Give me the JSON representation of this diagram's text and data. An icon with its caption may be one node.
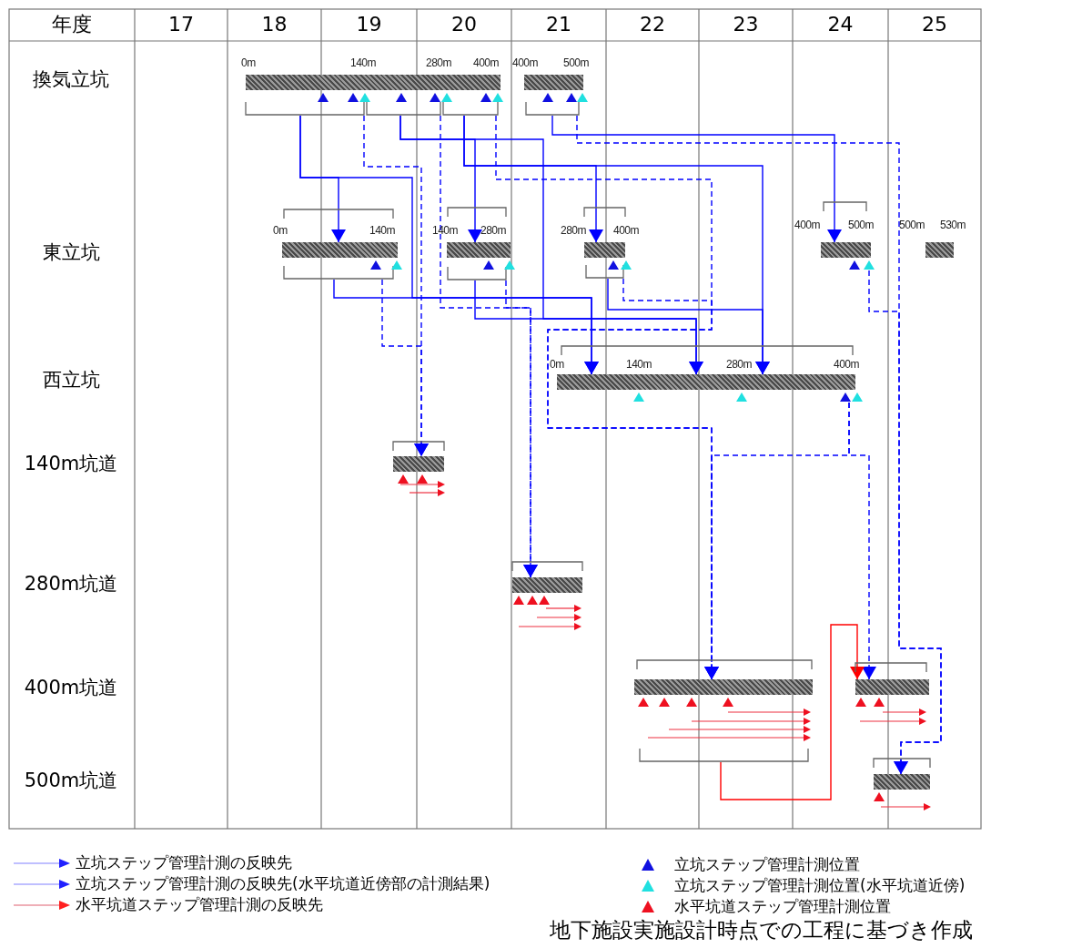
{
  "diagram": {
    "caption": "地下施設実施設計時点での工程に基づき作成",
    "nodes": [
      {
        "text": [],
        "shape": "bar",
        "beside": [
          "0m",
          "140m",
          "280m",
          "400m"
        ]
      },
      {
        "text": [],
        "shape": "bar",
        "beside": [
          "400m",
          "500m"
        ]
      },
      {
        "text": [],
        "shape": "bar",
        "beside": [
          "0m",
          "140m"
        ]
      },
      {
        "text": [],
        "shape": "bar",
        "beside": [
          "140m",
          "280m"
        ]
      },
      {
        "text": [],
        "shape": "bar",
        "beside": [
          "280m",
          "400m"
        ]
      },
      {
        "text": [],
        "shape": "bar",
        "beside": [
          "400m",
          "500m"
        ]
      },
      {
        "text": [],
        "shape": "bar",
        "beside": [
          "500m",
          "530m"
        ]
      },
      {
        "text": [],
        "shape": "bar",
        "beside": [
          "0m",
          "140m",
          "280m",
          "400m"
        ]
      },
      {
        "text": [],
        "shape": "bar"
      },
      {
        "text": [],
        "shape": "bar"
      },
      {
        "text": [],
        "shape": "bar"
      },
      {
        "text": [],
        "shape": "bar"
      },
      {
        "text": [],
        "shape": "bar"
      }
    ],
    "edges": [
      {
        "from": 0,
        "to": 2,
        "arrow": "to"
      },
      {
        "from": 0,
        "to": 7,
        "arrow": "to"
      },
      {
        "from": 2,
        "to": 7,
        "arrow": "to"
      },
      {
        "from": 0,
        "to": 3,
        "arrow": "to"
      },
      {
        "from": 0,
        "to": 7,
        "arrow": "to"
      },
      {
        "from": 3,
        "to": 7,
        "arrow": "to"
      },
      {
        "from": 0,
        "to": 4,
        "arrow": "to"
      },
      {
        "from": 0,
        "to": 7,
        "arrow": "to"
      },
      {
        "from": 4,
        "to": 7,
        "arrow": "to"
      },
      {
        "from": 1,
        "to": 5,
        "arrow": "to"
      },
      {
        "from": 1,
        "to": 12,
        "arrow": "to",
        "style": "dashed"
      },
      {
        "from": 0,
        "to": 8,
        "arrow": "to",
        "style": "dashed"
      },
      {
        "from": 2,
        "to": 8,
        "arrow": "to",
        "style": "dashed"
      },
      {
        "from": 0,
        "to": 9,
        "arrow": "to",
        "style": "dashed"
      },
      {
        "from": 3,
        "to": 9,
        "arrow": "to",
        "style": "dashed"
      },
      {
        "from": 0,
        "to": 10,
        "arrow": "to",
        "style": "dashed"
      },
      {
        "from": 4,
        "to": 10,
        "arrow": "to",
        "style": "dashed"
      },
      {
        "from": 7,
        "to": 10,
        "arrow": "to",
        "style": "dashed"
      },
      {
        "from": 7,
        "to": 11,
        "arrow": "to",
        "style": "dashed"
      },
      {
        "from": 5,
        "to": 12,
        "arrow": "to",
        "style": "dashed"
      },
      {
        "from": 10,
        "to": 11,
        "arrow": "to",
        "color": "#ff0000"
      }
    ],
    "labels": [
      "年度",
      "17",
      "18",
      "19",
      "20",
      "21",
      "22",
      "23",
      "24",
      "25",
      "換気立坑",
      "東立坑",
      "西立坑",
      "140m坑道",
      "280m坑道",
      "400m坑道",
      "500m坑道"
    ],
    "legend": [
      {
        "text": "立坑ステップ管理計測の反映先"
      },
      {
        "text": "立坑ステップ管理計測の反映先(水平坑道近傍部の計測結果)"
      },
      {
        "text": "水平坑道ステップ管理計測の反映先"
      },
      {
        "text": "立坑ステップ管理計測位置"
      },
      {
        "text": "立坑ステップ管理計測位置(水平坑道近傍)"
      },
      {
        "text": "水平坑道ステップ管理計測位置"
      }
    ]
  }
}
